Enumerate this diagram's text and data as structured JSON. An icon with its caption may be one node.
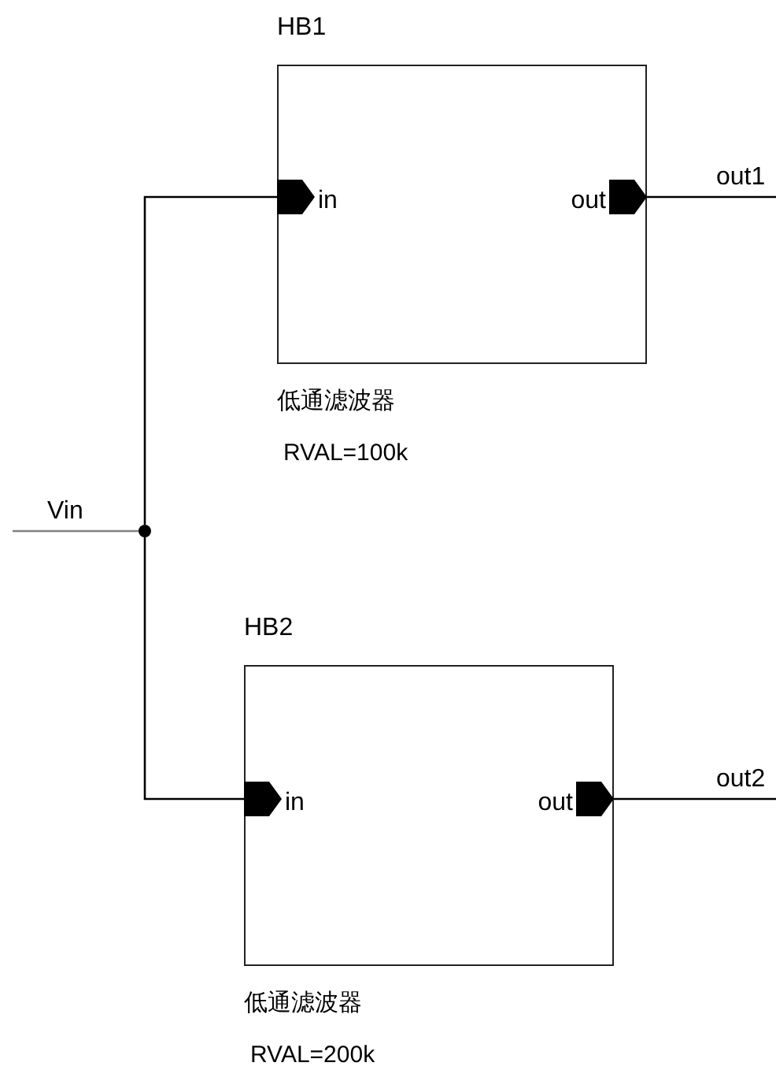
{
  "diagram": {
    "nodes": [
      {
        "text": [
          "HB1"
        ],
        "beside": [
          "低通滤波器",
          "RVAL=100k"
        ]
      },
      {
        "text": [
          "in"
        ],
        "in": 0
      },
      {
        "text": [
          "out"
        ],
        "in": 0
      },
      {
        "text": [
          "HB2"
        ],
        "beside": [
          "低通滤波器",
          "RVAL=200k"
        ]
      },
      {
        "text": [
          "in"
        ],
        "in": 3
      },
      {
        "text": [
          "out"
        ],
        "in": 3
      },
      {
        "text": [],
        "shape": "circle"
      }
    ],
    "edges": [
      {
        "from": null,
        "to": 6,
        "arrow": "none",
        "label": "Vin",
        "color": "#808080"
      },
      {
        "from": 6,
        "to": 1,
        "arrow": "none"
      },
      {
        "from": 6,
        "to": 4,
        "arrow": "none"
      },
      {
        "from": 2,
        "to": null,
        "arrow": "none",
        "label": "out1"
      },
      {
        "from": 5,
        "to": null,
        "arrow": "none",
        "label": "out2"
      }
    ]
  }
}
